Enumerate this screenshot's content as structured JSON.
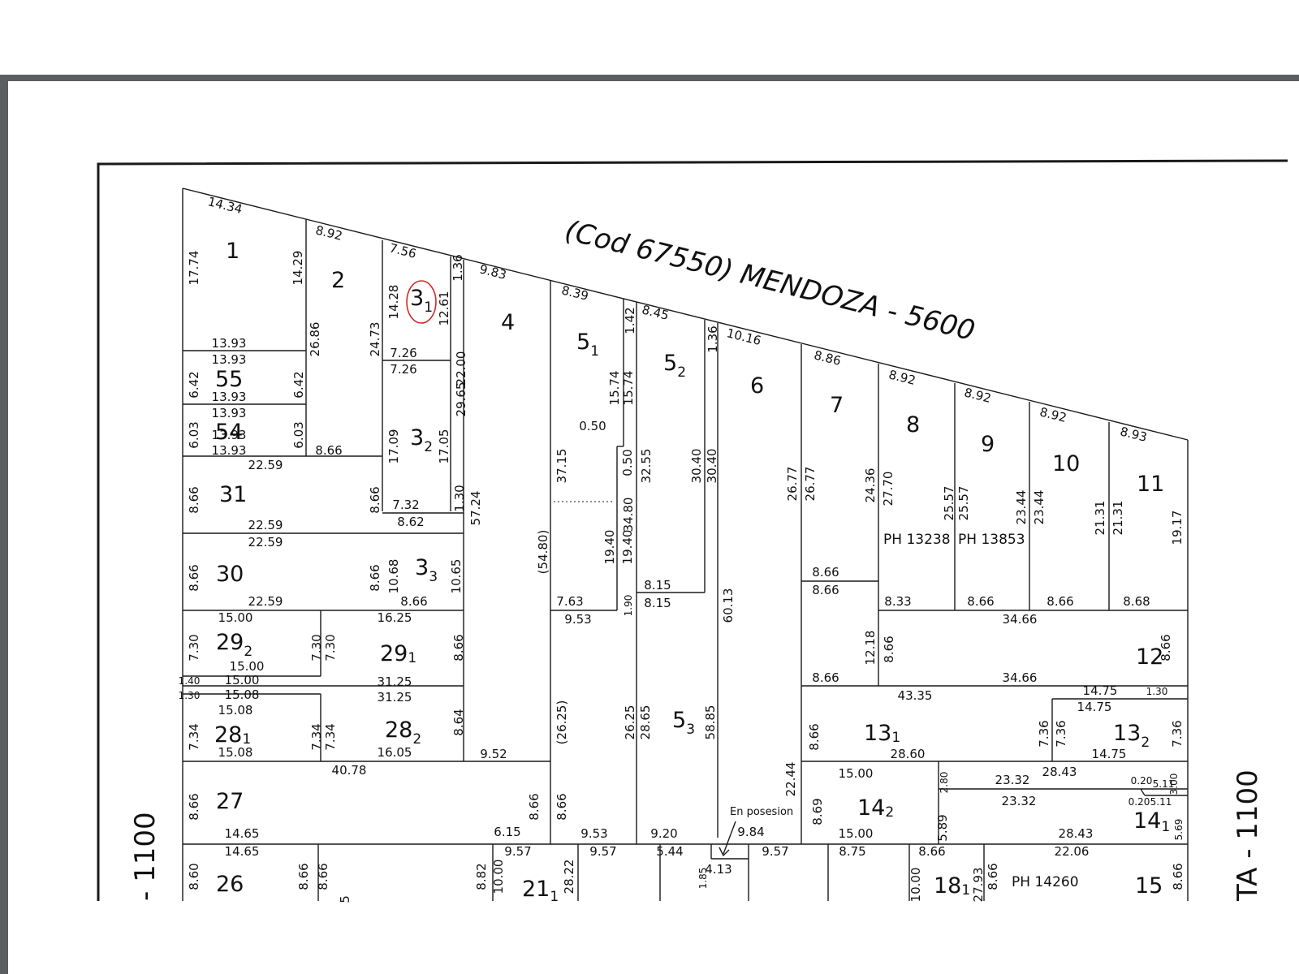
{
  "street": {
    "top": "(Cod  67550)  MENDOZA - 5600",
    "left": "- 1100",
    "right": "TA - 1100"
  },
  "lots": [
    {
      "base": "1",
      "sub": ""
    },
    {
      "base": "2",
      "sub": ""
    },
    {
      "base": "3",
      "sub": "1"
    },
    {
      "base": "4",
      "sub": ""
    },
    {
      "base": "5",
      "sub": "1"
    },
    {
      "base": "5",
      "sub": "2"
    },
    {
      "base": "6",
      "sub": ""
    },
    {
      "base": "7",
      "sub": ""
    },
    {
      "base": "8",
      "sub": ""
    },
    {
      "base": "9",
      "sub": ""
    },
    {
      "base": "10",
      "sub": ""
    },
    {
      "base": "11",
      "sub": ""
    },
    {
      "base": "55",
      "sub": ""
    },
    {
      "base": "54",
      "sub": ""
    },
    {
      "base": "3",
      "sub": "2"
    },
    {
      "base": "31",
      "sub": ""
    },
    {
      "base": "30",
      "sub": ""
    },
    {
      "base": "3",
      "sub": "3"
    },
    {
      "base": "29",
      "sub": "2"
    },
    {
      "base": "29",
      "sub": "1"
    },
    {
      "base": "28",
      "sub": "1"
    },
    {
      "base": "28",
      "sub": "2"
    },
    {
      "base": "27",
      "sub": ""
    },
    {
      "base": "26",
      "sub": ""
    },
    {
      "base": "21",
      "sub": "1"
    },
    {
      "base": "5",
      "sub": "3"
    },
    {
      "base": "12",
      "sub": ""
    },
    {
      "base": "13",
      "sub": "1"
    },
    {
      "base": "13",
      "sub": "2"
    },
    {
      "base": "14",
      "sub": "2"
    },
    {
      "base": "14",
      "sub": "1"
    },
    {
      "base": "18",
      "sub": "1"
    },
    {
      "base": "15",
      "sub": ""
    }
  ],
  "ph_labels": [
    "PH  13238",
    "PH  13853",
    "PH  14260"
  ],
  "note": "En posesion",
  "dims": [
    "14.34",
    "8.92",
    "7.56",
    "9.83",
    "8.39",
    "8.45",
    "10.16",
    "8.86",
    "8.92",
    "8.92",
    "8.92",
    "8.93",
    "17.74",
    "14.29",
    "26.86",
    "24.73",
    "14.28",
    "12.61",
    "1.36",
    "1.42",
    "1.36",
    "13.93",
    "13.93",
    "13.93",
    "13.93",
    "13.93",
    "13.93",
    "6.42",
    "6.42",
    "6.03",
    "6.03",
    "8.66",
    "7.26",
    "7.26",
    "17.09",
    "17.05",
    "29.65",
    "22.00",
    "57.24",
    "1.30",
    "7.32",
    "8.62",
    "22.59",
    "22.59",
    "22.59",
    "22.59",
    "8.66",
    "8.66",
    "8.66",
    "8.66",
    "10.68",
    "10.65",
    "8.66",
    "37.15",
    "(54.80)",
    "0.50",
    "15.74",
    "15.74",
    "0.50",
    "34.80",
    "19.40",
    "19.40",
    "32.55",
    "30.40",
    "30.40",
    "60.13",
    "26.77",
    "26.77",
    "24.36",
    "27.70",
    "25.57",
    "25.57",
    "23.44",
    "23.44",
    "21.31",
    "21.31",
    "19.17",
    "8.66",
    "8.66",
    "8.33",
    "8.66",
    "8.66",
    "8.68",
    "7.63",
    "1.90",
    "8.15",
    "8.15",
    "9.53",
    "15.00",
    "16.25",
    "7.30",
    "7.30",
    "7.30",
    "15.00",
    "8.66",
    "1.40",
    "15.00",
    "31.25",
    "1.30",
    "15.08",
    "31.25",
    "15.08",
    "7.34",
    "7.34",
    "7.34",
    "8.64",
    "15.08",
    "16.05",
    "9.52",
    "40.78",
    "(26.25)",
    "26.25",
    "28.65",
    "58.85",
    "34.66",
    "34.66",
    "12.18",
    "8.66",
    "8.66",
    "8.66",
    "43.35",
    "14.75",
    "1.30",
    "14.75",
    "7.36",
    "7.36",
    "7.36",
    "14.75",
    "8.66",
    "28.60",
    "22.44",
    "15.00",
    "2.80",
    "23.32",
    "28.43",
    "0.20",
    "5.11",
    "3.00",
    "23.32",
    "0.20",
    "5.11",
    "5.69",
    "5.89",
    "8.69",
    "15.00",
    "28.43",
    "8.66",
    "8.66",
    "8.66",
    "14.65",
    "6.15",
    "9.53",
    "9.20",
    "9.84",
    "14.65",
    "9.57",
    "9.57",
    "5.44",
    "4.13",
    "9.57",
    "8.75",
    "8.66",
    "22.06",
    "8.60",
    "8.66",
    "8.66",
    "8.82",
    "10.00",
    "28.22",
    "1.85",
    "10.00",
    "27.93",
    "8.66",
    "8.66",
    "5"
  ],
  "colors": {
    "line": "#1a1a1a",
    "frame": "#5b5e61",
    "highlight": "#d62828"
  }
}
